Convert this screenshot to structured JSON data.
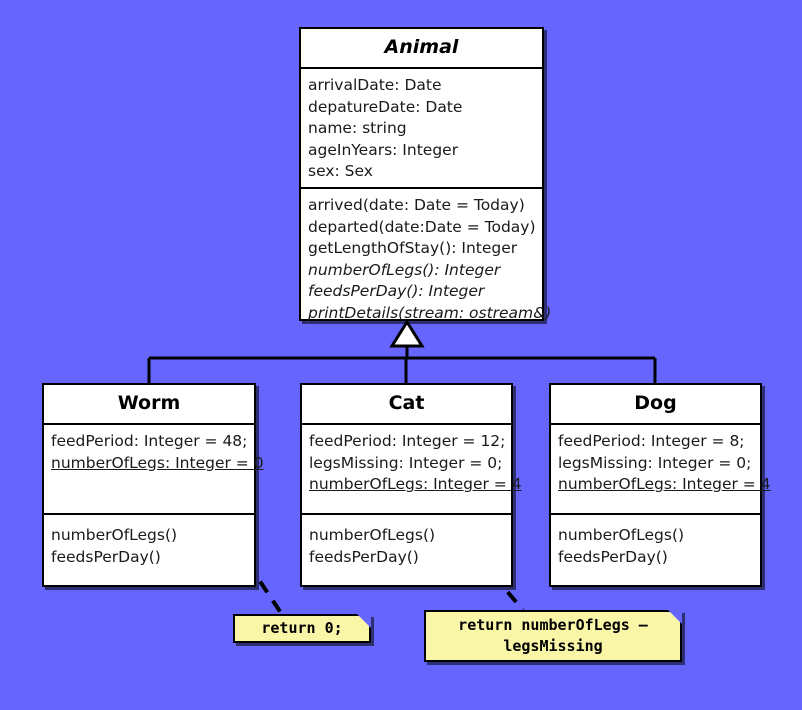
{
  "diagram": {
    "type": "uml-class-diagram",
    "background_color": "#6666FF",
    "note_color": "#FAF6A8"
  },
  "classes": [
    {
      "id": "animal",
      "name": "Animal",
      "abstract": true,
      "attributes": [
        {
          "text": "arrivalDate: Date",
          "abstract": false,
          "static": false
        },
        {
          "text": "depatureDate: Date",
          "abstract": false,
          "static": false
        },
        {
          "text": "name: string",
          "abstract": false,
          "static": false
        },
        {
          "text": "ageInYears: Integer",
          "abstract": false,
          "static": false
        },
        {
          "text": "sex: Sex",
          "abstract": false,
          "static": false
        }
      ],
      "operations": [
        {
          "text": "arrived(date: Date = Today)",
          "abstract": false,
          "static": false
        },
        {
          "text": "departed(date:Date = Today)",
          "abstract": false,
          "static": false
        },
        {
          "text": "getLengthOfStay(): Integer",
          "abstract": false,
          "static": false
        },
        {
          "text": "numberOfLegs(): Integer",
          "abstract": true,
          "static": false
        },
        {
          "text": "feedsPerDay(): Integer",
          "abstract": true,
          "static": false
        },
        {
          "text": "printDetails(stream: ostream&)",
          "abstract": true,
          "static": false
        }
      ]
    },
    {
      "id": "worm",
      "name": "Worm",
      "abstract": false,
      "attributes": [
        {
          "text": "feedPeriod: Integer = 48;",
          "abstract": false,
          "static": false
        },
        {
          "text": "numberOfLegs: Integer = 0",
          "abstract": false,
          "static": true
        }
      ],
      "operations": [
        {
          "text": "numberOfLegs()",
          "abstract": false,
          "static": false
        },
        {
          "text": "feedsPerDay()",
          "abstract": false,
          "static": false
        }
      ]
    },
    {
      "id": "cat",
      "name": "Cat",
      "abstract": false,
      "attributes": [
        {
          "text": "feedPeriod: Integer = 12;",
          "abstract": false,
          "static": false
        },
        {
          "text": "legsMissing: Integer = 0;",
          "abstract": false,
          "static": false
        },
        {
          "text": "numberOfLegs: Integer = 4",
          "abstract": false,
          "static": true
        }
      ],
      "operations": [
        {
          "text": "numberOfLegs()",
          "abstract": false,
          "static": false
        },
        {
          "text": "feedsPerDay()",
          "abstract": false,
          "static": false
        }
      ]
    },
    {
      "id": "dog",
      "name": "Dog",
      "abstract": false,
      "attributes": [
        {
          "text": "feedPeriod: Integer = 8;",
          "abstract": false,
          "static": false
        },
        {
          "text": "legsMissing: Integer = 0;",
          "abstract": false,
          "static": false
        },
        {
          "text": "numberOfLegs: Integer = 4",
          "abstract": false,
          "static": true
        }
      ],
      "operations": [
        {
          "text": "numberOfLegs()",
          "abstract": false,
          "static": false
        },
        {
          "text": "feedsPerDay()",
          "abstract": false,
          "static": false
        }
      ]
    }
  ],
  "notes": [
    {
      "id": "note-worm",
      "lines": [
        "return 0;"
      ],
      "attached_to": "worm"
    },
    {
      "id": "note-cat",
      "lines": [
        "return numberOfLegs –",
        "legsMissing"
      ],
      "attached_to": "cat"
    }
  ],
  "relationships": [
    {
      "type": "generalization",
      "from": "worm",
      "to": "animal"
    },
    {
      "type": "generalization",
      "from": "cat",
      "to": "animal"
    },
    {
      "type": "generalization",
      "from": "dog",
      "to": "animal"
    },
    {
      "type": "note-anchor",
      "from": "note-worm",
      "to": "worm"
    },
    {
      "type": "note-anchor",
      "from": "note-cat",
      "to": "cat"
    }
  ]
}
